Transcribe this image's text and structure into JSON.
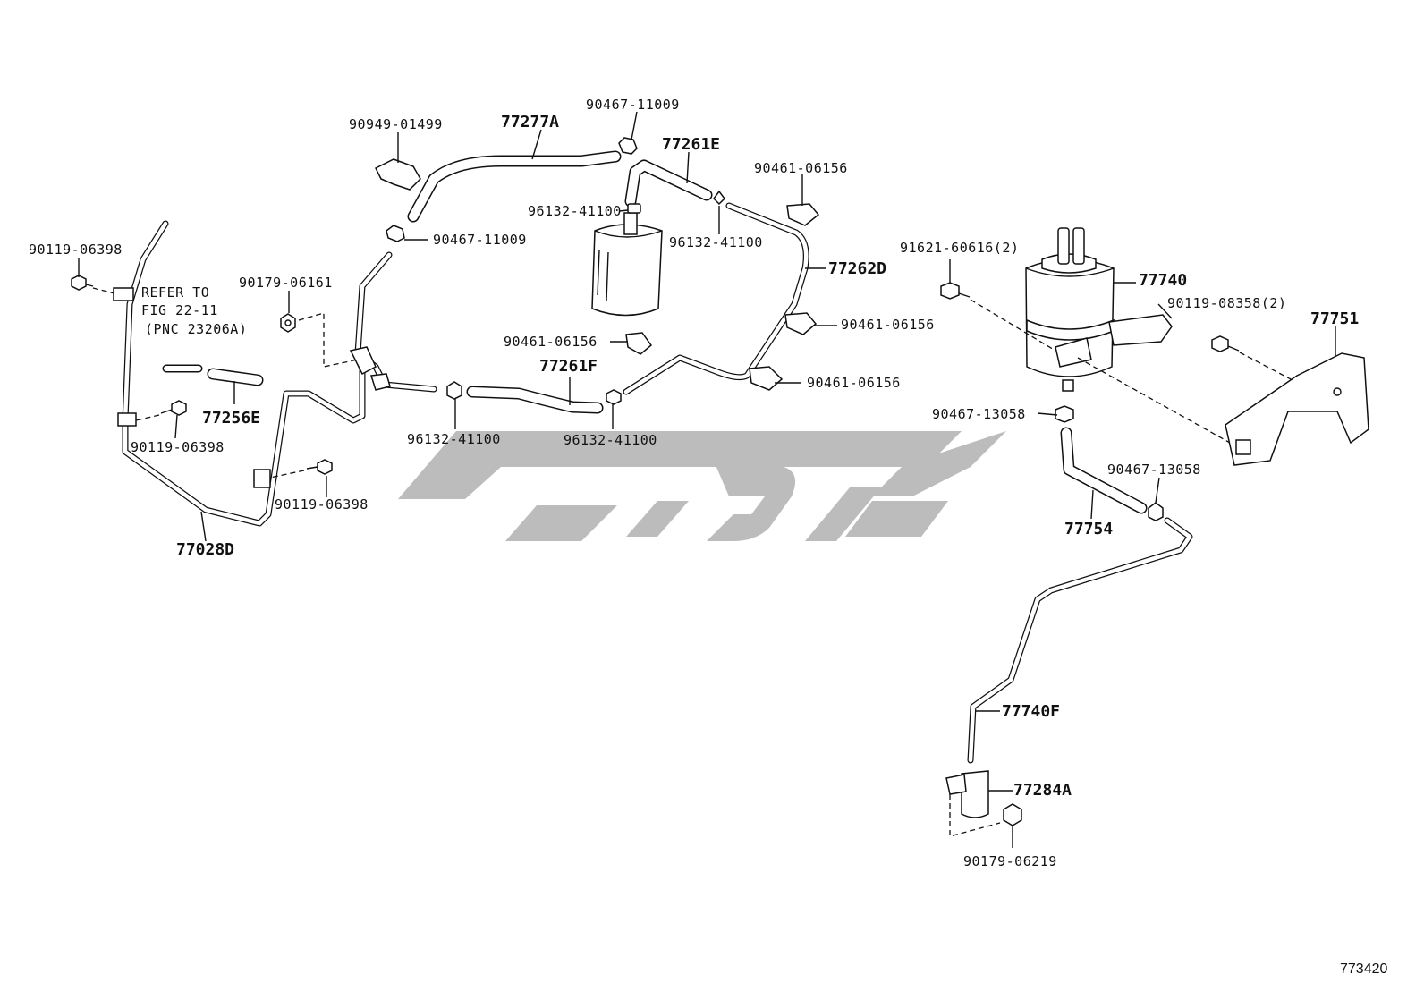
{
  "diagram": {
    "figure_id": "773420",
    "reference_note": [
      "REFER TO",
      "FIG 22-11",
      "(PNC 23206A)"
    ],
    "part_labels": {
      "p77277A": "77277A",
      "p90949_01499": "90949-01499",
      "p90467_11009_top": "90467-11009",
      "p77261E": "77261E",
      "p90461_06156_a": "90461-06156",
      "p96132_41100_a": "96132-41100",
      "p96132_41100_b": "96132-41100",
      "p90467_11009_mid": "90467-11009",
      "p90119_06398_a": "90119-06398",
      "p90179_06161": "90179-06161",
      "p77262D": "77262D",
      "p90461_06156_b": "90461-06156",
      "p90461_06156_c": "90461-06156",
      "p77261F": "77261F",
      "p90461_06156_d": "90461-06156",
      "p77256E": "77256E",
      "p90119_06398_b": "90119-06398",
      "p96132_41100_c": "96132-41100",
      "p96132_41100_d": "96132-41100",
      "p90119_06398_c": "90119-06398",
      "p77028D": "77028D",
      "p91621_60616": "91621-60616(2)",
      "p77740": "77740",
      "p90119_08358": "90119-08358(2)",
      "p77751": "77751",
      "p90467_13058_a": "90467-13058",
      "p90467_13058_b": "90467-13058",
      "p77754": "77754",
      "p77740F": "77740F",
      "p77284A": "77284A",
      "p90179_06219": "90179-06219"
    },
    "watermark_color": "#bcbcbc"
  }
}
